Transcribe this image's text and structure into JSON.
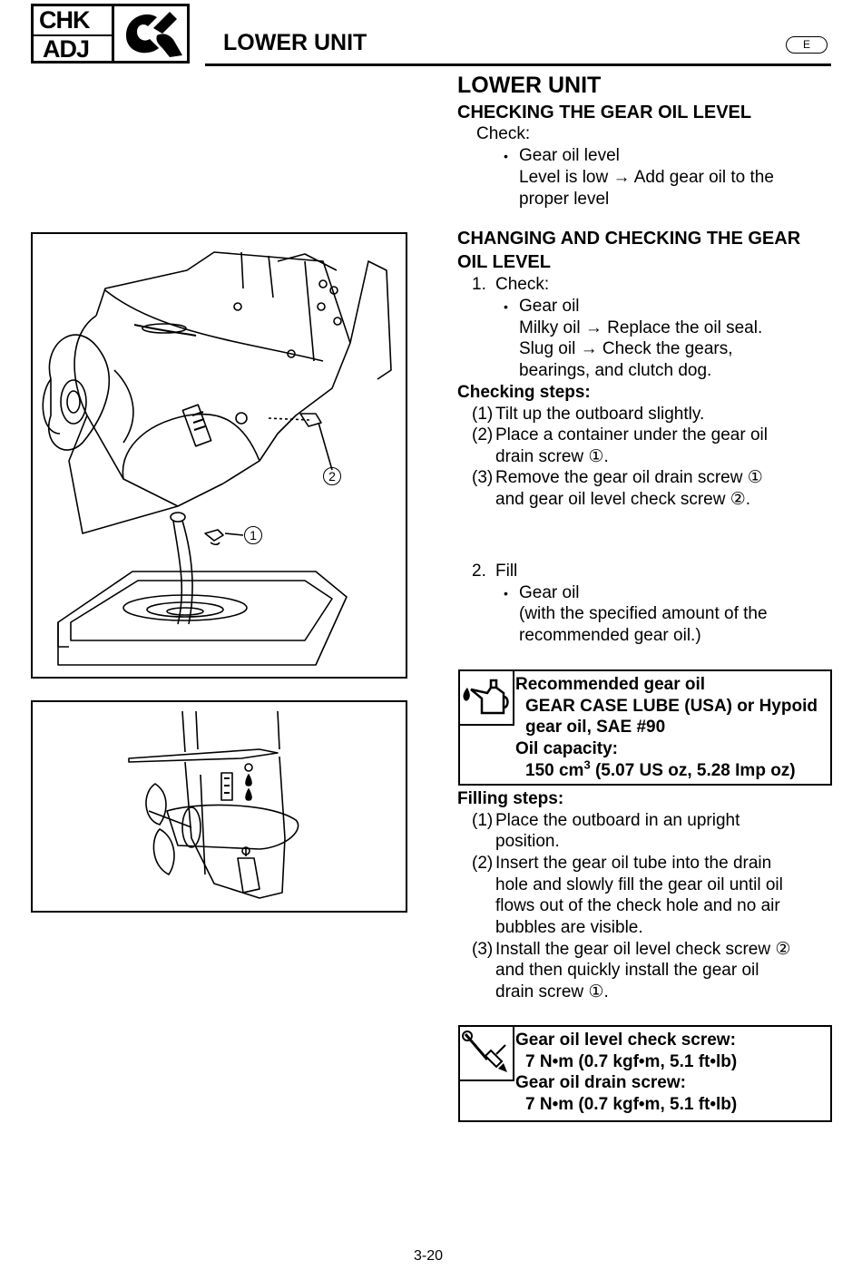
{
  "header": {
    "badge_line1": "CHK",
    "badge_line2": "ADJ",
    "title": "LOWER UNIT",
    "lang": "E"
  },
  "section": {
    "title": "LOWER UNIT",
    "sub1_title": "CHECKING THE GEAR OIL LEVEL",
    "sub1_check": "Check:",
    "sub1_bullet": "•",
    "sub1_item": "Gear oil level",
    "sub1_line2": "Level is low → Add gear oil to the",
    "sub1_line3": "proper level",
    "sub2_title_l1": "CHANGING AND CHECKING THE GEAR",
    "sub2_title_l2": "OIL LEVEL",
    "step1_num": "1.",
    "step1_label": "Check:",
    "step1_bullet": "•",
    "step1_item": "Gear oil",
    "step1_line2": "Milky oil → Replace the oil seal.",
    "step1_line3": "Slug oil → Check the gears,",
    "step1_line4": "bearings, and clutch dog.",
    "checking_steps": "Checking steps:",
    "cs1_num": "(1)",
    "cs1_text": "Tilt up the outboard slightly.",
    "cs2_num": "(2)",
    "cs2_text_l1": "Place a container under the gear oil",
    "cs2_text_l2": "drain screw ①.",
    "cs3_num": "(3)",
    "cs3_text_l1": "Remove the gear oil drain screw ①",
    "cs3_text_l2": "and gear oil level check screw ②.",
    "step2_num": "2.",
    "step2_label": "Fill",
    "step2_bullet": "•",
    "step2_item": "Gear oil",
    "step2_line2": "(with the specified amount of the",
    "step2_line3": "recommended gear oil.)"
  },
  "oil_spec": {
    "heading": "Recommended gear oil",
    "line1": "GEAR CASE LUBE (USA) or Hypoid",
    "line2": "gear oil, SAE #90",
    "capacity_label": "Oil capacity:",
    "capacity_value_pre": "150 cm",
    "capacity_sup": "3",
    "capacity_value_post": " (5.07 US oz, 5.28 Imp oz)"
  },
  "filling": {
    "heading": "Filling steps:",
    "fs1_num": "(1)",
    "fs1_l1": "Place the outboard in an upright",
    "fs1_l2": "position.",
    "fs2_num": "(2)",
    "fs2_l1": "Insert the gear oil tube into the drain",
    "fs2_l2": "hole and slowly fill the gear oil until oil",
    "fs2_l3": "flows out of the check hole and no air",
    "fs2_l4": "bubbles are visible.",
    "fs3_num": "(3)",
    "fs3_l1": "Install the gear oil level check screw ②",
    "fs3_l2": "and then quickly install the gear oil",
    "fs3_l3": "drain screw ①."
  },
  "torque_spec": {
    "label1": "Gear oil level check screw:",
    "value1": "7 N•m (0.7 kgf•m, 5.1 ft•lb)",
    "label2": "Gear oil drain screw:",
    "value2": "7 N•m (0.7 kgf•m, 5.1 ft•lb)"
  },
  "figure1": {
    "callout1": "1",
    "callout2": "2"
  },
  "page_number": "3-20",
  "icons": [
    "wrench-hand-icon",
    "oil-can-icon",
    "torque-wrench-icon"
  ]
}
